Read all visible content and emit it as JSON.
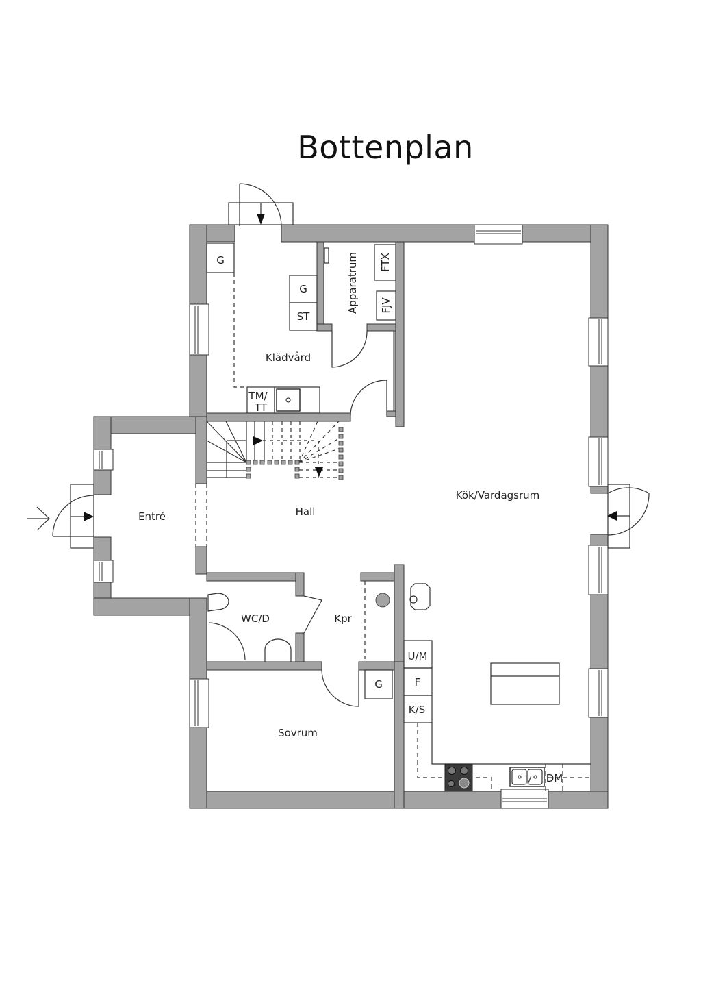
{
  "title": "Bottenplan",
  "colors": {
    "wall": "#a3a3a3",
    "line": "#333333",
    "background": "#ffffff",
    "hob": "#3a3a3a"
  },
  "rooms": [
    {
      "id": "kladvard",
      "label": "Klädvård"
    },
    {
      "id": "apparatrum",
      "label": "Apparatrum"
    },
    {
      "id": "kok_vardagsrum",
      "label": "Kök/Vardagsrum"
    },
    {
      "id": "entre",
      "label": "Entré"
    },
    {
      "id": "hall",
      "label": "Hall"
    },
    {
      "id": "wc_d",
      "label": "WC/D"
    },
    {
      "id": "kpr",
      "label": "Kpr"
    },
    {
      "id": "sovrum",
      "label": "Sovrum"
    }
  ],
  "fixtures": {
    "kladvard_g1": "G",
    "kladvard_g2": "G",
    "kladvard_st": "ST",
    "kladvard_tm": "TM/",
    "kladvard_tt": "TT",
    "apparatrum_ftx": "FTX",
    "apparatrum_fjv": "FJV",
    "sovrum_g": "G",
    "kitchen_um": "U/M",
    "kitchen_f": "F",
    "kitchen_ks": "K/S",
    "kitchen_dm": "DM"
  },
  "entrance_icon": "arrow-right-entry"
}
